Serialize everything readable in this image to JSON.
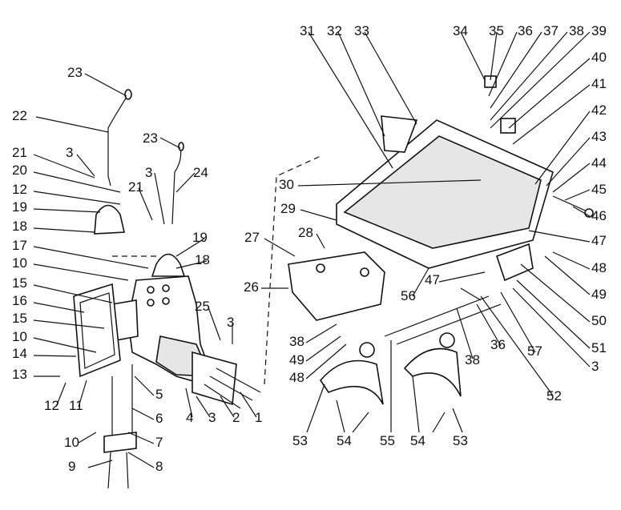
{
  "labels": {
    "n1": "1",
    "n2": "2",
    "n3a": "3",
    "n3b": "3",
    "n3c": "3",
    "n3d": "3",
    "n3e": "3",
    "n4": "4",
    "n5": "5",
    "n6": "6",
    "n7": "7",
    "n8": "8",
    "n9": "9",
    "n10a": "10",
    "n10b": "10",
    "n10c": "10",
    "n11": "11",
    "n12a": "12",
    "n12b": "12",
    "n13": "13",
    "n14": "14",
    "n15a": "15",
    "n15b": "15",
    "n16": "16",
    "n17": "17",
    "n18a": "18",
    "n18b": "18",
    "n19a": "19",
    "n19b": "19",
    "n20": "20",
    "n21a": "21",
    "n21b": "21",
    "n22": "22",
    "n23a": "23",
    "n23b": "23",
    "n24": "24",
    "n25": "25",
    "n26": "26",
    "n27": "27",
    "n28": "28",
    "n29": "29",
    "n30": "30",
    "n31": "31",
    "n32": "32",
    "n33": "33",
    "n34": "34",
    "n35": "35",
    "n36a": "36",
    "n36b": "36",
    "n37": "37",
    "n38a": "38",
    "n38b": "38",
    "n38c": "38",
    "n39": "39",
    "n40": "40",
    "n41": "41",
    "n42": "42",
    "n43": "43",
    "n44": "44",
    "n45": "45",
    "n46": "46",
    "n47a": "47",
    "n47b": "47",
    "n48a": "48",
    "n48b": "48",
    "n49a": "49",
    "n49b": "49",
    "n50": "50",
    "n51": "51",
    "n52": "52",
    "n53a": "53",
    "n53b": "53",
    "n54a": "54",
    "n54b": "54",
    "n55": "55",
    "n56": "56",
    "n57": "57"
  }
}
